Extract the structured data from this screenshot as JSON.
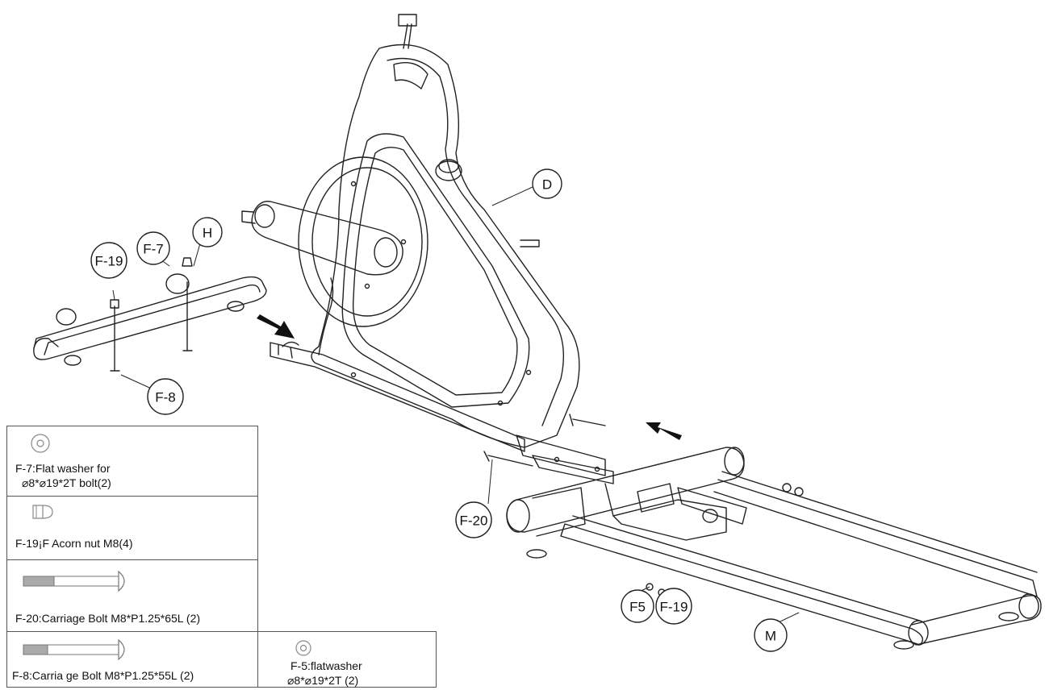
{
  "callouts": {
    "d": "D",
    "h": "H",
    "m": "M",
    "f19_left": "F-19",
    "f7": "F-7",
    "f8": "F-8",
    "f20": "F-20",
    "f5": "F5",
    "f19_right": "F-19"
  },
  "parts_legend": {
    "f7_line1": "F-7:Flat washer for",
    "f7_line2": "⌀8*⌀19*2T bolt(2)",
    "f19": "F-19¡F Acorn nut M8(4)",
    "f20": "F-20:Carriage Bolt  M8*P1.25*65L (2)",
    "f8": "F-8:Carria ge Bolt  M8*P1.25*55L  (2)",
    "f5_line1": "F-5:flatwasher",
    "f5_line2": "⌀8*⌀19*2T   (2)"
  },
  "icons": [
    "washer-icon",
    "acorn-nut-icon",
    "carriage-bolt-icon",
    "arrow-icon"
  ]
}
